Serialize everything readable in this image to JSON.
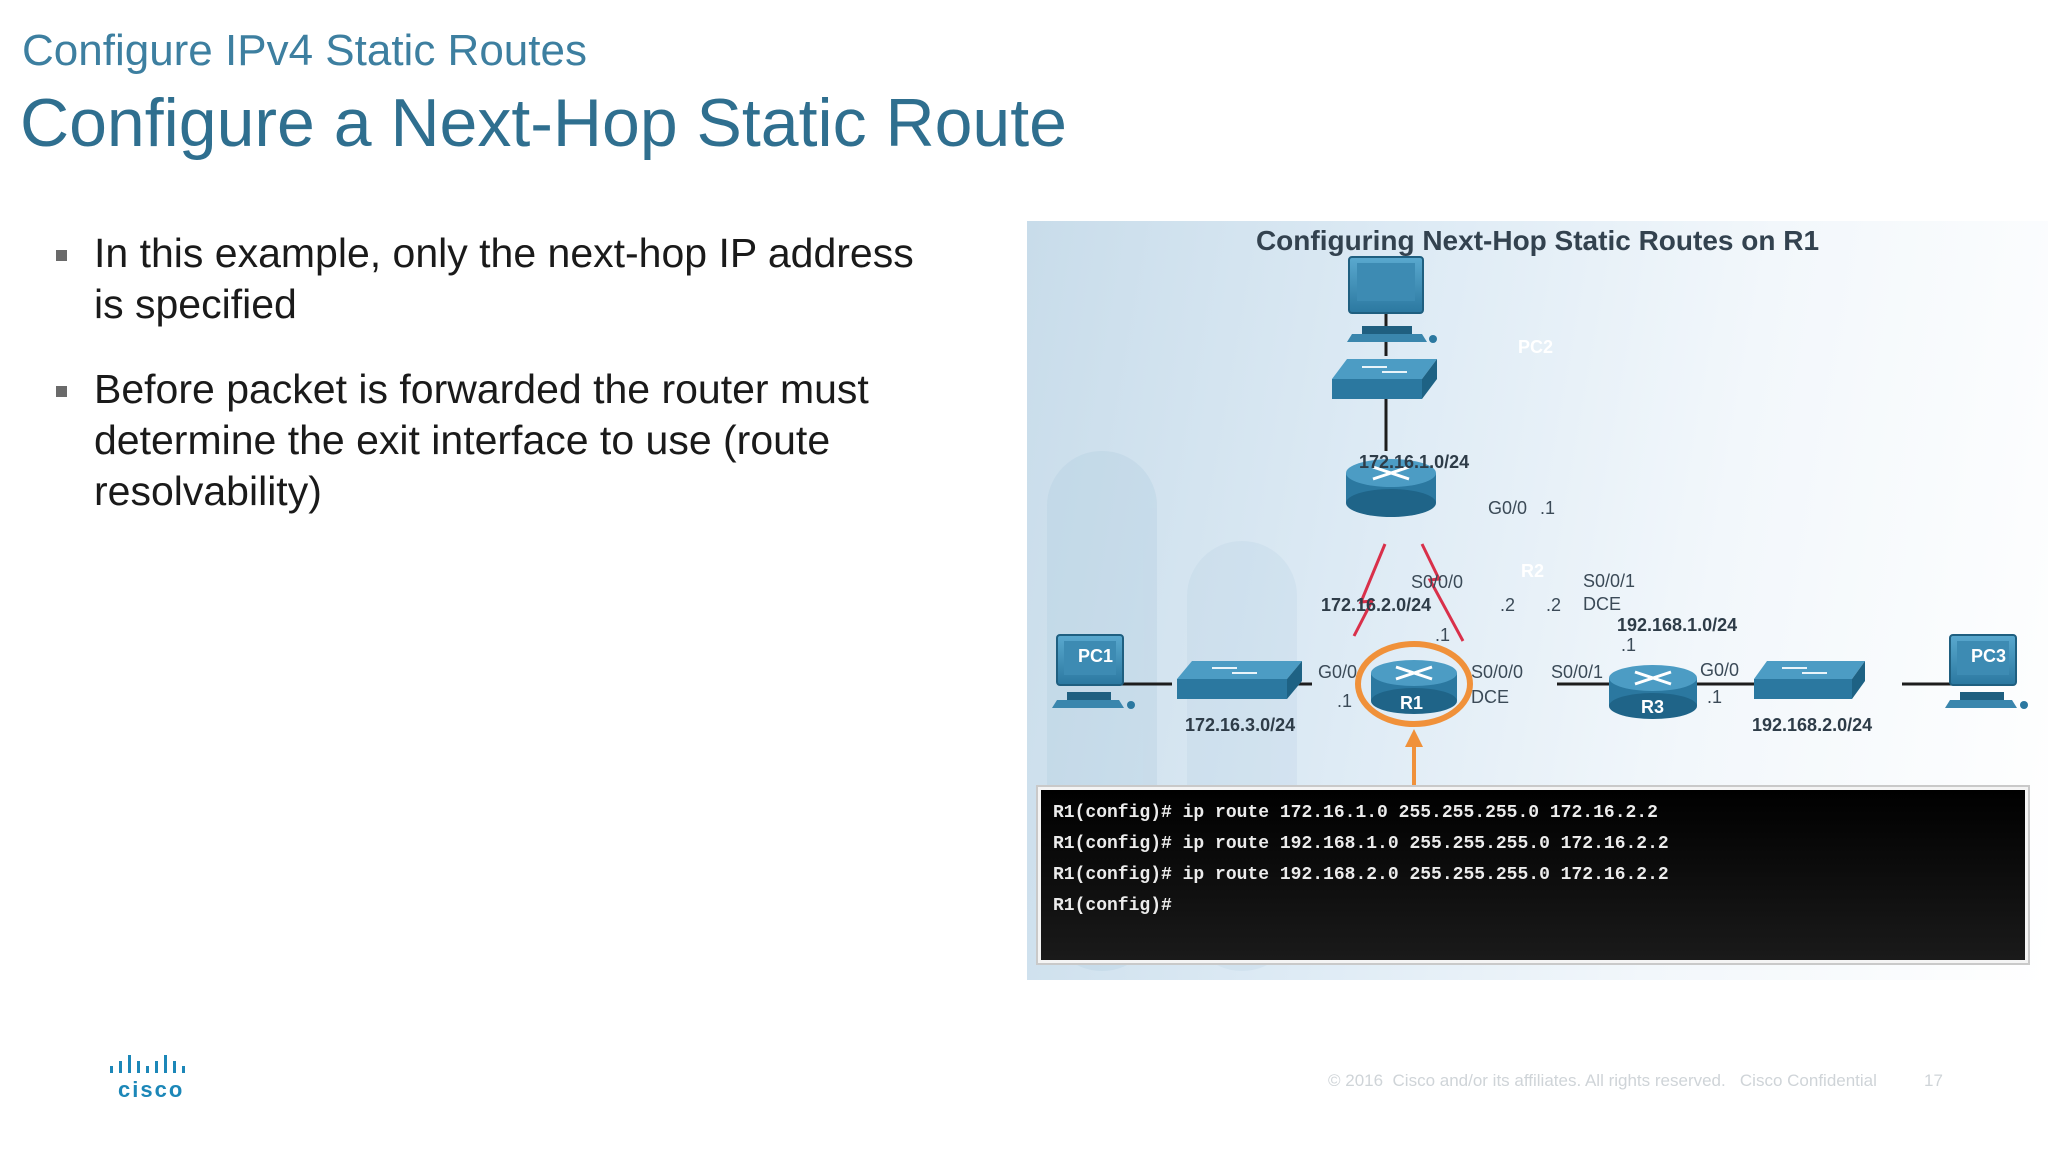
{
  "header": {
    "subtitle": "Configure IPv4 Static Routes",
    "title": "Configure a Next-Hop Static Route"
  },
  "bullets": [
    "In this example, only the next-hop IP address is specified",
    "Before packet is forwarded the router must determine the exit interface to use (route resolvability)"
  ],
  "figure": {
    "title": "Configuring Next-Hop Static Routes on R1",
    "devices": {
      "pc1": "PC1",
      "pc2": "PC2",
      "pc3": "PC3",
      "r1": "R1",
      "r2": "R2",
      "r3": "R3"
    },
    "networks": {
      "n1": "172.16.1.0/24",
      "n2": "172.16.2.0/24",
      "n3": "172.16.3.0/24",
      "n4": "192.168.1.0/24",
      "n5": "192.168.2.0/24"
    },
    "interfaces": {
      "r2_g00": "G0/0",
      "r2_g00_ip": ".1",
      "r2_s000": "S0/0/0",
      "r2_s000_ip": ".2",
      "r2_s001": "S0/0/1",
      "r2_s001_dce": "DCE",
      "r2_s001_ip": ".2",
      "r1_s000_ip": ".1",
      "r1_g00": "G0/0",
      "r1_g00_ip": ".1",
      "r1_s000": "S0/0/0",
      "r1_s000_dce": "DCE",
      "r3_s001": "S0/0/1",
      "r3_s001_ip": ".1",
      "r3_g00": "G0/0",
      "r3_g00_ip": ".1"
    },
    "commands": [
      "R1(config)# ip route 172.16.1.0 255.255.255.0 172.16.2.2",
      "R1(config)# ip route 192.168.1.0 255.255.255.0 172.16.2.2",
      "R1(config)# ip route 192.168.2.0 255.255.255.0 172.16.2.2",
      "R1(config)#"
    ],
    "colors": {
      "device": "#2e7fa3",
      "serial_link": "#d9304a",
      "highlight": "#f0913a"
    }
  },
  "footer": {
    "logo_text": "cisco",
    "copyright": "© 2016  Cisco and/or its affiliates. All rights reserved.   Cisco Confidential",
    "page_number": "17"
  }
}
